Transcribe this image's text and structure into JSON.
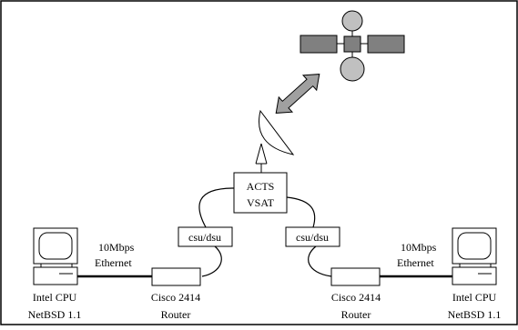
{
  "satellite": {
    "icon": "satellite-icon",
    "body_color": "#808080",
    "dish_color": "#c0c0c0"
  },
  "link_arrow": {
    "icon": "double-arrow-icon",
    "color": "#a0a0a0"
  },
  "ground_station": {
    "icon": "dish-antenna-icon"
  },
  "vsat": {
    "line1": "ACTS",
    "line2": "VSAT"
  },
  "left": {
    "csu": "csu/dsu",
    "speed": "10Mbps",
    "medium": "Ethernet",
    "router_line1": "Cisco 2414",
    "router_line2": "Router",
    "host_line1": "Intel CPU",
    "host_line2": "NetBSD 1.1"
  },
  "right": {
    "csu": "csu/dsu",
    "speed": "10Mbps",
    "medium": "Ethernet",
    "router_line1": "Cisco 2414",
    "router_line2": "Router",
    "host_line1": "Intel CPU",
    "host_line2": "NetBSD 1.1"
  }
}
